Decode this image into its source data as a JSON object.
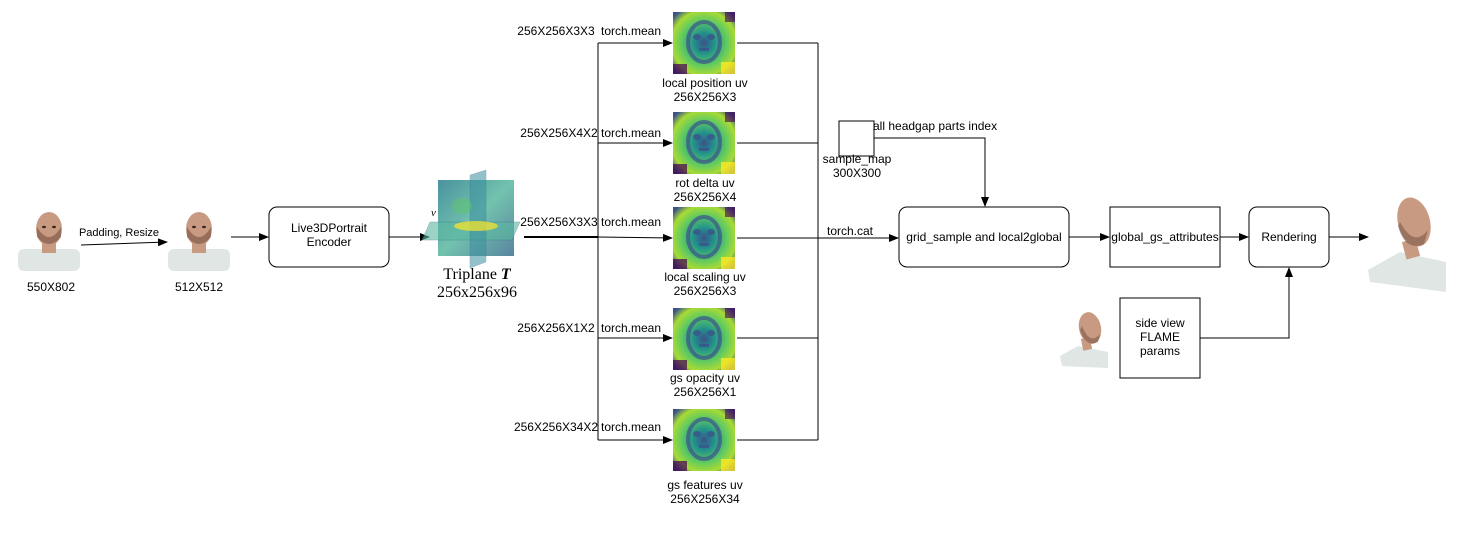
{
  "colors": {
    "stroke": "#000000",
    "viridis": [
      "#440154",
      "#3b528b",
      "#21918c",
      "#5ec962",
      "#fde725"
    ],
    "skin": "#c99a82",
    "shirt": "#dfe6e4"
  },
  "input": {
    "original_size": "550X802",
    "preprocess": "Padding, Resize",
    "resized_size": "512X512"
  },
  "encoder": {
    "line1": "Live3DPortrait",
    "line2": "Encoder"
  },
  "triplane": {
    "title": "Triplane",
    "symbol": "T",
    "shape": "256x256x96",
    "axis_glyph": "v"
  },
  "branches": [
    {
      "shape": "256X256X3X3",
      "op": "torch.mean",
      "name": "local position uv",
      "out": "256X256X3"
    },
    {
      "shape": "256X256X4X2",
      "op": "torch.mean",
      "name": "rot delta uv",
      "out": "256X256X4"
    },
    {
      "shape": "256X256X3X3",
      "op": "torch.mean",
      "name": "local scaling uv",
      "out": "256X256X3"
    },
    {
      "shape": "256X256X1X2",
      "op": "torch.mean",
      "name": "gs opacity uv",
      "out": "256X256X1"
    },
    {
      "shape": "256X256X34X2",
      "op": "torch.mean",
      "name": "gs features uv",
      "out": "256X256X34"
    }
  ],
  "concat_label": "torch.cat",
  "sample_map": {
    "index_label": "all headgap parts index",
    "name": "sample_map",
    "size": "300X300"
  },
  "grid_sample": "grid_sample and local2global",
  "global_attrs": "global_gs_attributes",
  "rendering": "Rendering",
  "flame": {
    "line1": "side view",
    "line2": "FLAME",
    "line3": "params"
  }
}
